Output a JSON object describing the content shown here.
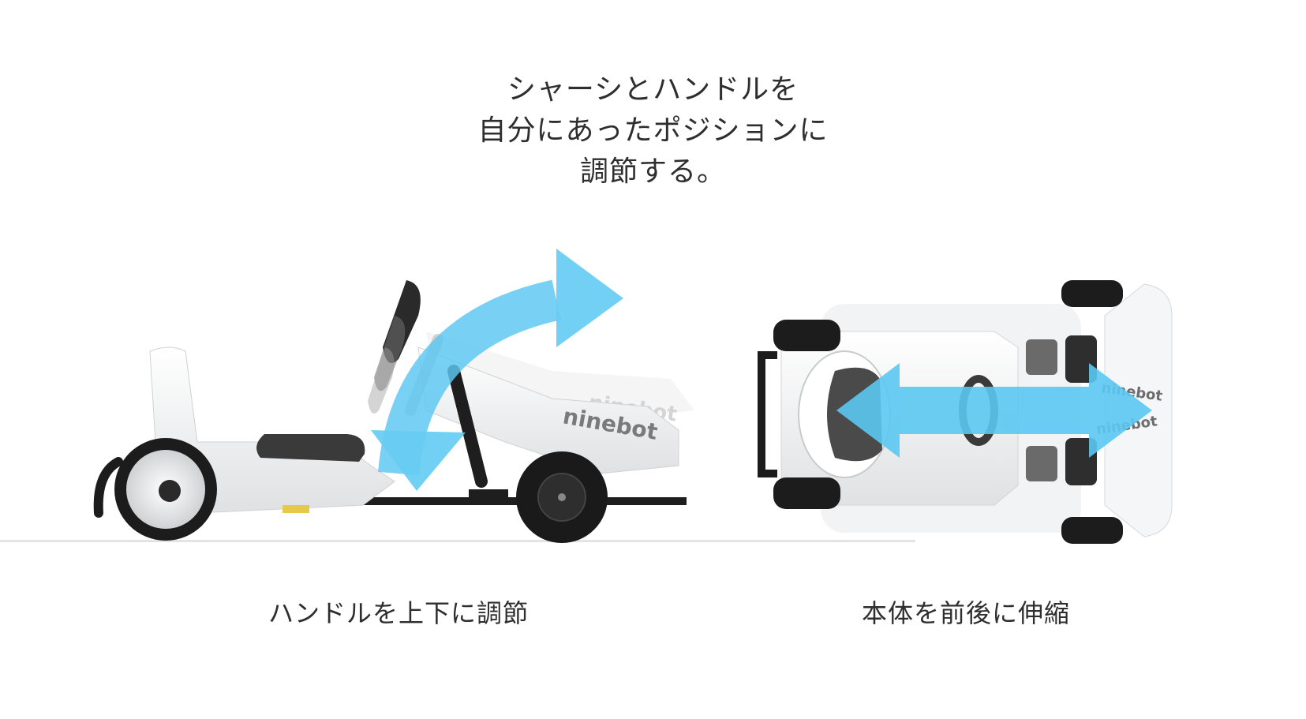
{
  "headline": {
    "line1": "シャーシとハンドルを",
    "line2": "自分にあったポジションに",
    "line3": "調節する。"
  },
  "captions": {
    "handle": "ハンドルを上下に調節",
    "body": "本体を前後に伸縮"
  },
  "brand": {
    "side_logo": "ninebot",
    "side_logo_ghost": "ninebot",
    "top_logo_1": "ninebot",
    "top_logo_2": "ninebot"
  },
  "colors": {
    "arrow": "#5cc8f2",
    "kart_body": "#f3f4f5",
    "tire": "#1c1c1c",
    "ground": "#e2e2e2"
  },
  "icons": {
    "curved_arrow": "rotate-arrow-icon",
    "double_arrow": "double-horizontal-arrow-icon"
  }
}
